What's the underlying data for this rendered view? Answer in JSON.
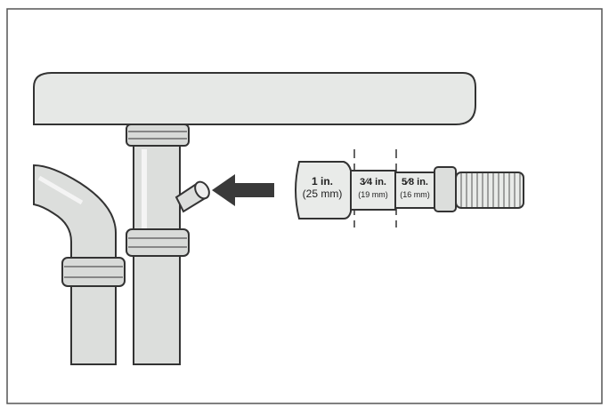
{
  "diagram": {
    "colors": {
      "frame": "#555555",
      "fixture": "#e6e8e6",
      "pipe": "#dcdedc",
      "hose": "#e9ebe9",
      "arrow": "#3a3a3a",
      "outline": "#333333"
    },
    "hose_sections": [
      {
        "size": "1 in.",
        "metric": "(25 mm)"
      },
      {
        "size": "3⁄4 in.",
        "metric": "(19 mm)"
      },
      {
        "size": "5⁄8 in.",
        "metric": "(16 mm)"
      }
    ]
  }
}
